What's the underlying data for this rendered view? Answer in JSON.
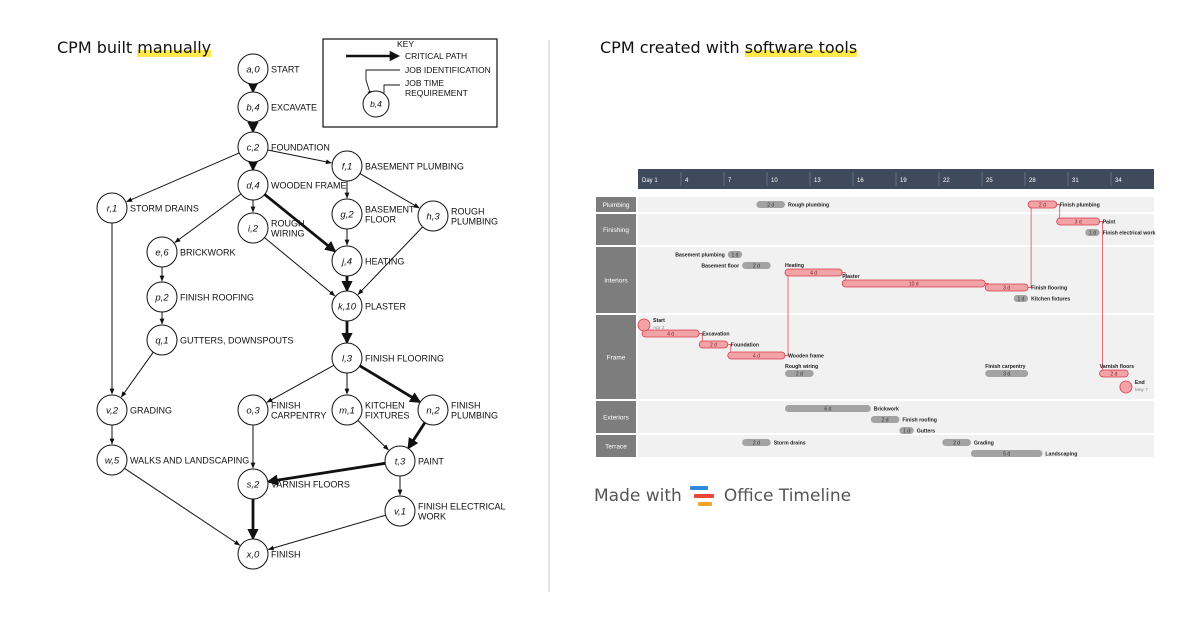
{
  "left_title": {
    "prefix": "CPM built ",
    "highlight": "manually"
  },
  "right_title": {
    "prefix": "CPM created with ",
    "highlight": "software tools"
  },
  "key": {
    "title": "KEY",
    "critical_path": "CRITICAL PATH",
    "job_identification": "JOB IDENTIFICATION",
    "job_time_1": "JOB TIME",
    "job_time_2": "REQUIREMENT",
    "sample_node": "b,4"
  },
  "network": {
    "nodes": [
      {
        "id": "a0",
        "node": "a,0",
        "label": [
          "START"
        ]
      },
      {
        "id": "b4",
        "node": "b,4",
        "label": [
          "EXCAVATE"
        ]
      },
      {
        "id": "c2",
        "node": "c,2",
        "label": [
          "FOUNDATION"
        ]
      },
      {
        "id": "d4",
        "node": "d,4",
        "label": [
          "WOODEN FRAME"
        ]
      },
      {
        "id": "f1",
        "node": "f,1",
        "label": [
          "BASEMENT PLUMBING"
        ]
      },
      {
        "id": "r1",
        "node": "r,1",
        "label": [
          "STORM DRAINS"
        ]
      },
      {
        "id": "i2",
        "node": "i,2",
        "label": [
          "ROUGH",
          "WIRING"
        ]
      },
      {
        "id": "g2",
        "node": "g,2",
        "label": [
          "BASEMENT",
          "FLOOR"
        ]
      },
      {
        "id": "h3",
        "node": "h,3",
        "label": [
          "ROUGH",
          "PLUMBING"
        ]
      },
      {
        "id": "e6",
        "node": "e,6",
        "label": [
          "BRICKWORK"
        ]
      },
      {
        "id": "j4",
        "node": "j,4",
        "label": [
          "HEATING"
        ]
      },
      {
        "id": "p2",
        "node": "p,2",
        "label": [
          "FINISH ROOFING"
        ]
      },
      {
        "id": "k10",
        "node": "k,10",
        "label": [
          "PLASTER"
        ]
      },
      {
        "id": "q1",
        "node": "q,1",
        "label": [
          "GUTTERS, DOWNSPOUTS"
        ]
      },
      {
        "id": "l3",
        "node": "l,3",
        "label": [
          "FINISH FLOORING"
        ]
      },
      {
        "id": "v2",
        "node": "v,2",
        "label": [
          "GRADING"
        ]
      },
      {
        "id": "o3",
        "node": "o,3",
        "label": [
          "FINISH",
          "CARPENTRY"
        ]
      },
      {
        "id": "m1",
        "node": "m,1",
        "label": [
          "KITCHEN",
          "FIXTURES"
        ]
      },
      {
        "id": "n2",
        "node": "n,2",
        "label": [
          "FINISH",
          "PLUMBING"
        ]
      },
      {
        "id": "w5",
        "node": "w,5",
        "label": [
          "WALKS AND LANDSCAPING"
        ]
      },
      {
        "id": "t3",
        "node": "t,3",
        "label": [
          "PAINT"
        ]
      },
      {
        "id": "s2",
        "node": "s,2",
        "label": [
          "VARNISH FLOORS"
        ]
      },
      {
        "id": "v1",
        "node": "v,1",
        "label": [
          "FINISH ELECTRICAL",
          "WORK"
        ]
      },
      {
        "id": "x0",
        "node": "x,0",
        "label": [
          "FINISH"
        ]
      }
    ],
    "edges": [
      {
        "from": "a0",
        "to": "b4",
        "critical": true
      },
      {
        "from": "b4",
        "to": "c2",
        "critical": true
      },
      {
        "from": "c2",
        "to": "d4",
        "critical": true
      },
      {
        "from": "c2",
        "to": "f1",
        "critical": false
      },
      {
        "from": "c2",
        "to": "r1",
        "critical": false
      },
      {
        "from": "d4",
        "to": "i2",
        "critical": false
      },
      {
        "from": "d4",
        "to": "j4",
        "critical": true
      },
      {
        "from": "d4",
        "to": "e6",
        "critical": false
      },
      {
        "from": "f1",
        "to": "g2",
        "critical": false
      },
      {
        "from": "f1",
        "to": "h3",
        "critical": false
      },
      {
        "from": "g2",
        "to": "j4",
        "critical": false
      },
      {
        "from": "i2",
        "to": "k10",
        "critical": false
      },
      {
        "from": "j4",
        "to": "k10",
        "critical": true
      },
      {
        "from": "h3",
        "to": "k10",
        "critical": false
      },
      {
        "from": "e6",
        "to": "p2",
        "critical": false
      },
      {
        "from": "p2",
        "to": "q1",
        "critical": false
      },
      {
        "from": "q1",
        "to": "v2",
        "critical": false
      },
      {
        "from": "r1",
        "to": "v2",
        "critical": false
      },
      {
        "from": "k10",
        "to": "l3",
        "critical": true
      },
      {
        "from": "l3",
        "to": "o3",
        "critical": false
      },
      {
        "from": "l3",
        "to": "m1",
        "critical": false
      },
      {
        "from": "l3",
        "to": "n2",
        "critical": true
      },
      {
        "from": "v2",
        "to": "w5",
        "critical": false
      },
      {
        "from": "m1",
        "to": "t3",
        "critical": false
      },
      {
        "from": "n2",
        "to": "t3",
        "critical": true
      },
      {
        "from": "o3",
        "to": "s2",
        "critical": false
      },
      {
        "from": "t3",
        "to": "s2",
        "critical": true
      },
      {
        "from": "t3",
        "to": "v1",
        "critical": false
      },
      {
        "from": "s2",
        "to": "x0",
        "critical": true
      },
      {
        "from": "w5",
        "to": "x0",
        "critical": false
      },
      {
        "from": "v1",
        "to": "x0",
        "critical": false
      }
    ]
  },
  "gantt": {
    "header_color": "#3f4a5c",
    "critical_color": "#f2a3a6",
    "critical_border": "#d9394a",
    "normal_color": "#a3a3a3",
    "lane_color": "#7d7d7d",
    "days": [
      "Day 1",
      "4",
      "7",
      "10",
      "13",
      "16",
      "19",
      "22",
      "25",
      "28",
      "31",
      "34"
    ],
    "lanes": [
      "Plumbing",
      "Finishing",
      "Interiors",
      "Frame",
      "Exteriors",
      "Terrace"
    ],
    "tasks": [
      {
        "lane": "Plumbing",
        "name": "Rough plumbing",
        "duration": "2 d",
        "start": 9,
        "days": 2,
        "critical": false,
        "sub": 0,
        "label_pos": "right"
      },
      {
        "lane": "Plumbing",
        "name": "Finish plumbing",
        "duration": "2 d",
        "start": 28,
        "days": 2,
        "critical": true,
        "sub": 0,
        "label_pos": "right"
      },
      {
        "lane": "Finishing",
        "name": "Paint",
        "duration": "3 d",
        "start": 30,
        "days": 3,
        "critical": true,
        "sub": 0,
        "label_pos": "right"
      },
      {
        "lane": "Finishing",
        "name": "Finish electrical work",
        "duration": "1 d",
        "start": 32,
        "days": 1,
        "critical": false,
        "sub": 1,
        "label_pos": "right"
      },
      {
        "lane": "Interiors",
        "name": "Basement plumbing",
        "duration": "1 d",
        "start": 7,
        "days": 1,
        "critical": false,
        "sub": 0,
        "label_pos": "left"
      },
      {
        "lane": "Interiors",
        "name": "Heating",
        "duration": "4 d",
        "start": 11,
        "days": 4,
        "critical": true,
        "sub": 1,
        "label_pos": "top"
      },
      {
        "lane": "Interiors",
        "name": "Basement floor",
        "duration": "2 d",
        "start": 8,
        "days": 2,
        "critical": false,
        "sub": 1,
        "label_pos": "left"
      },
      {
        "lane": "Interiors",
        "name": "Plaster",
        "duration": "10 d",
        "start": 15,
        "days": 10,
        "critical": true,
        "sub": 2,
        "label_pos": "top"
      },
      {
        "lane": "Interiors",
        "name": "Finish flooring",
        "duration": "3 d",
        "start": 25,
        "days": 3,
        "critical": true,
        "sub": 3,
        "label_pos": "right"
      },
      {
        "lane": "Interiors",
        "name": "Kitchen fixtures",
        "duration": "1 d",
        "start": 27,
        "days": 1,
        "critical": false,
        "sub": 4,
        "label_pos": "right"
      },
      {
        "lane": "Frame",
        "name": "Excavation",
        "duration": "4 d",
        "start": 1,
        "days": 4,
        "critical": true,
        "sub": 1,
        "label_pos": "right"
      },
      {
        "lane": "Frame",
        "name": "Foundation",
        "duration": "2 d",
        "start": 5,
        "days": 2,
        "critical": true,
        "sub": 2,
        "label_pos": "right"
      },
      {
        "lane": "Frame",
        "name": "Wooden frame",
        "duration": "4 d",
        "start": 7,
        "days": 4,
        "critical": true,
        "sub": 3,
        "label_pos": "right"
      },
      {
        "lane": "Frame",
        "name": "Rough wiring",
        "duration": "2 d",
        "start": 11,
        "days": 2,
        "critical": false,
        "sub": 4,
        "label_pos": "top"
      },
      {
        "lane": "Frame",
        "name": "Finish carpentry",
        "duration": "3 d",
        "start": 25,
        "days": 3,
        "critical": false,
        "sub": 4,
        "label_pos": "top"
      },
      {
        "lane": "Frame",
        "name": "Varnish floors",
        "duration": "2 d",
        "start": 33,
        "days": 2,
        "critical": true,
        "sub": 4,
        "label_pos": "top"
      },
      {
        "lane": "Exteriors",
        "name": "Brickwork",
        "duration": "6 d",
        "start": 11,
        "days": 6,
        "critical": false,
        "sub": 0,
        "label_pos": "right"
      },
      {
        "lane": "Exteriors",
        "name": "Finish roofing",
        "duration": "2 d",
        "start": 17,
        "days": 2,
        "critical": false,
        "sub": 1,
        "label_pos": "right"
      },
      {
        "lane": "Exteriors",
        "name": "Gutters",
        "duration": "1 d",
        "start": 19,
        "days": 1,
        "critical": false,
        "sub": 2,
        "label_pos": "right"
      },
      {
        "lane": "Terrace",
        "name": "Storm drains",
        "duration": "2 d",
        "start": 8,
        "days": 2,
        "critical": false,
        "sub": 0,
        "label_pos": "right"
      },
      {
        "lane": "Terrace",
        "name": "Grading",
        "duration": "2 d",
        "start": 22,
        "days": 2,
        "critical": false,
        "sub": 0,
        "label_pos": "right"
      },
      {
        "lane": "Terrace",
        "name": "Landscaping",
        "duration": "5 d",
        "start": 24,
        "days": 5,
        "critical": false,
        "sub": 1,
        "label_pos": "right"
      }
    ],
    "milestones": [
      {
        "lane": "Frame",
        "name": "Start",
        "date": "Apr 2",
        "day": 1
      },
      {
        "lane": "Frame",
        "name": "End",
        "date": "May 7",
        "day": 34
      }
    ]
  },
  "made_with": {
    "prefix": "Made with",
    "brand": "Office Timeline"
  }
}
